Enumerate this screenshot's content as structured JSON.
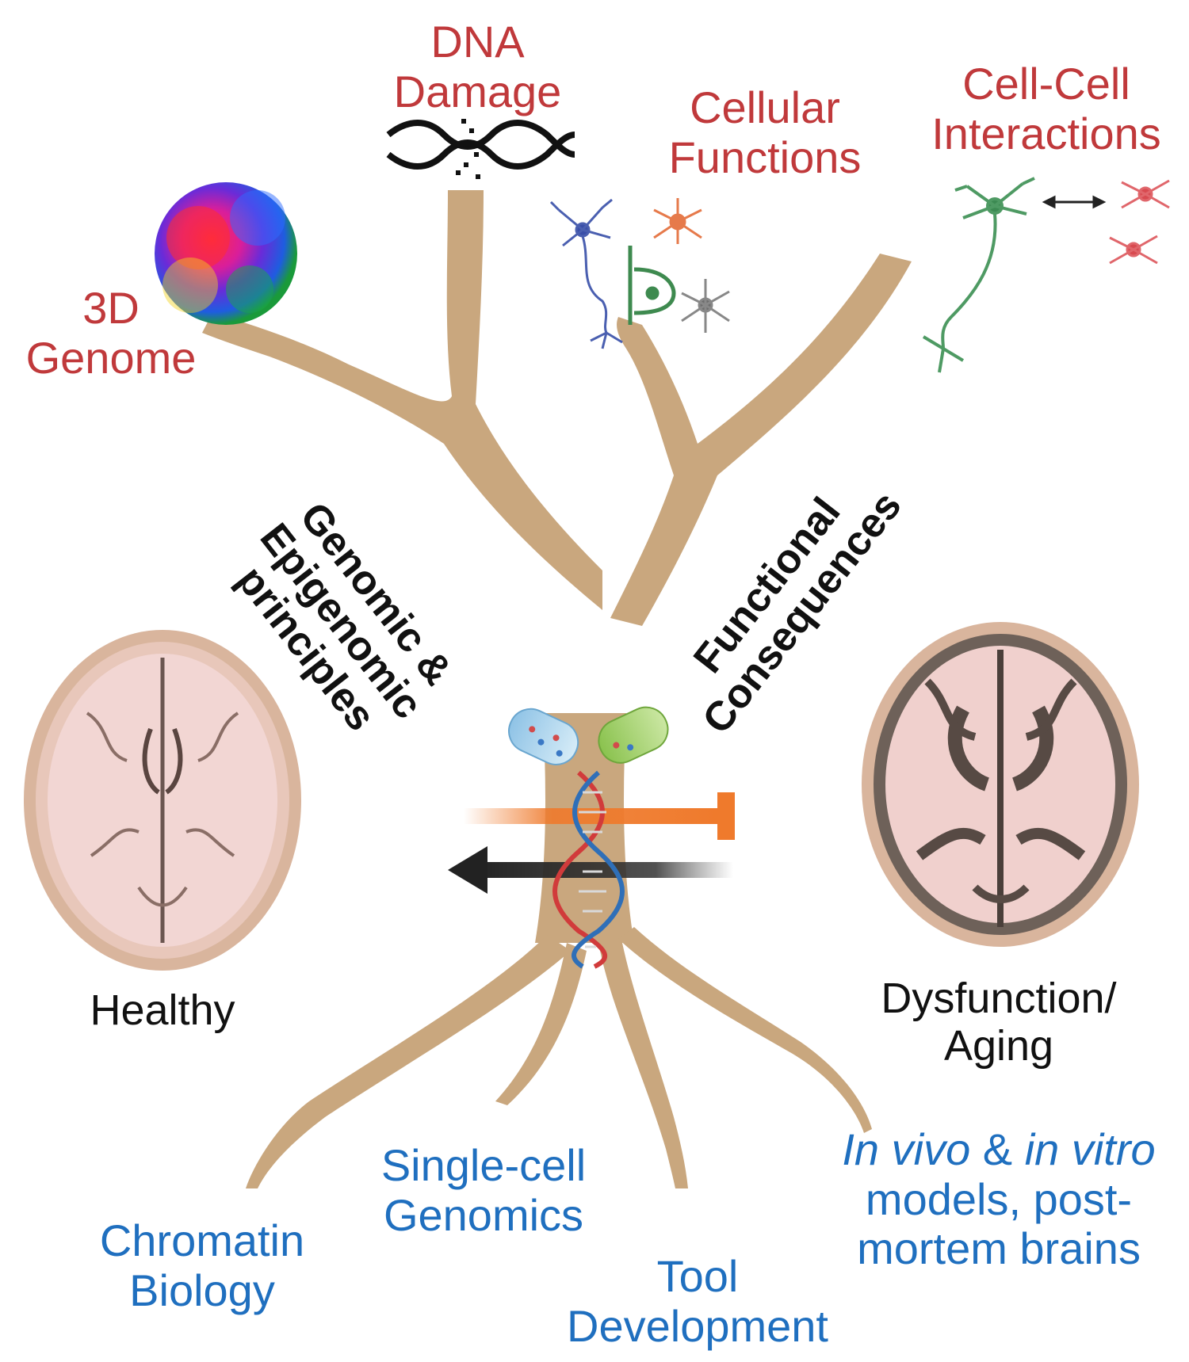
{
  "branches": {
    "genome3d": "3D\nGenome",
    "dna_damage": "DNA\nDamage",
    "cellular_functions": "Cellular\nFunctions",
    "cell_interactions": "Cell-Cell\nInteractions"
  },
  "trunk": {
    "left": "Genomic &\nEpigenomic\nprinciples",
    "right": "Functional\nConsequences"
  },
  "states": {
    "healthy": "Healthy",
    "dysfunction": "Dysfunction/\nAging"
  },
  "roots": {
    "chromatin": "Chromatin\nBiology",
    "singlecell": "Single-cell\nGenomics",
    "tool": "Tool\nDevelopment",
    "models_line1_a": "In vivo",
    "models_line1_b": " & ",
    "models_line1_c": "in vitro",
    "models_line2": "models, post-\nmortem brains"
  },
  "colors": {
    "branch_label": "#c0393b",
    "root_label": "#1f6fbf",
    "tree": "#c9a77e"
  }
}
